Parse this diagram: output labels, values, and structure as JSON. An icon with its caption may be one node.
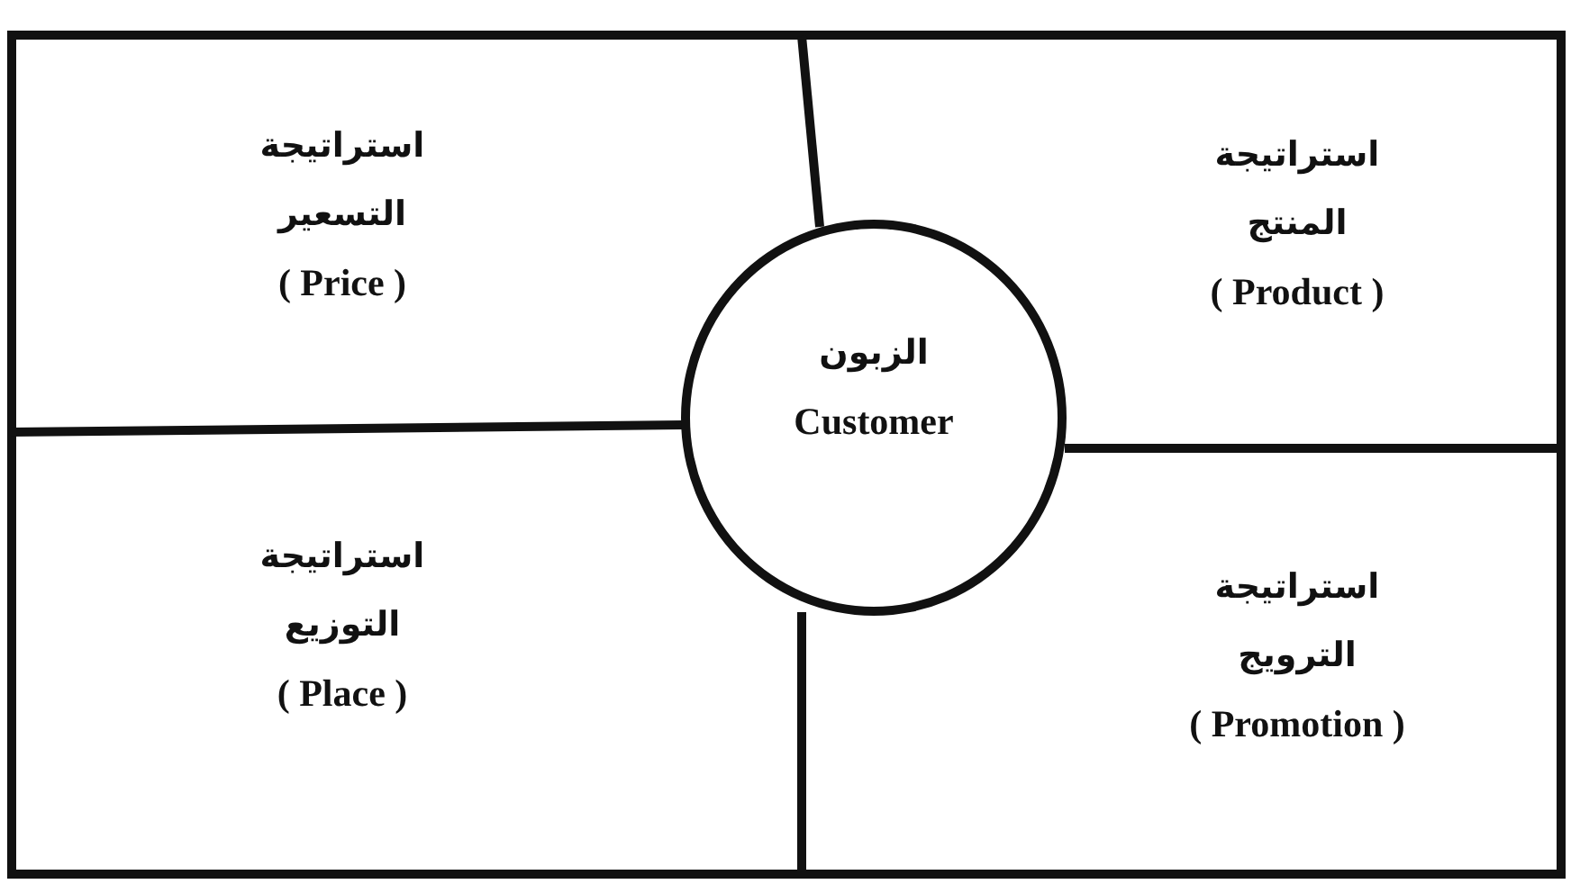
{
  "diagram": {
    "nodes": [
      {
        "text": [
          "استراتيجة التسعير",
          "( Price )"
        ]
      },
      {
        "text": [
          "استراتيجة المنتج",
          "( Product )"
        ]
      },
      {
        "text": [
          "استراتيجة التوزيع",
          "( Place )"
        ]
      },
      {
        "text": [
          "استراتيجة الترويج",
          "( Promotion )"
        ]
      },
      {
        "text": [
          "الزبون",
          "Customer"
        ]
      }
    ]
  }
}
